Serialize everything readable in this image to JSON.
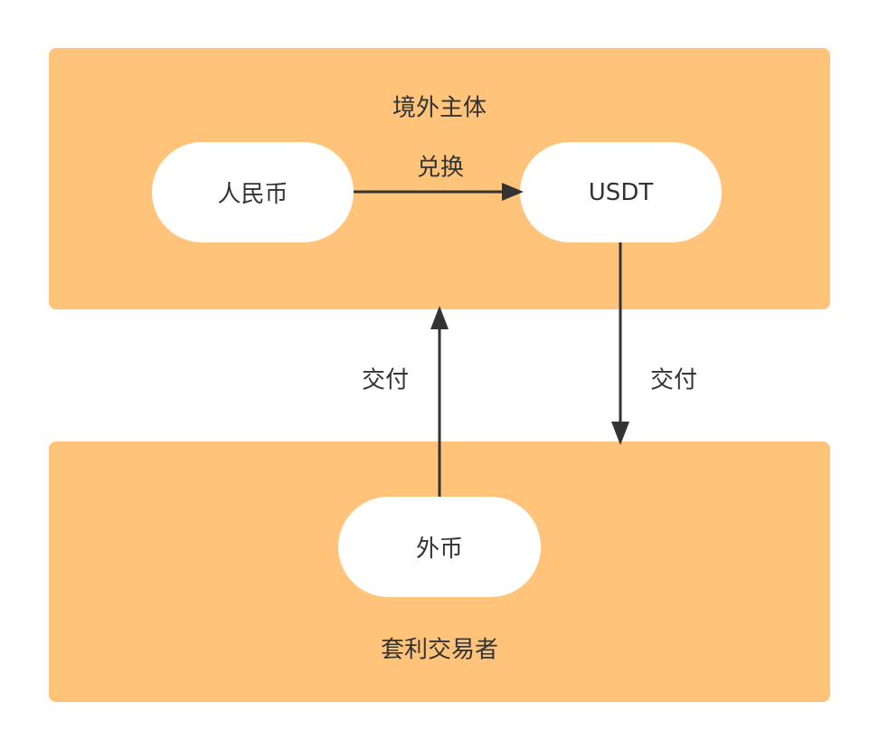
{
  "colors": {
    "panel": "#FFC37A",
    "node": "#ffffff",
    "text": "#333333",
    "arrow": "#333333"
  },
  "panels": {
    "top_label": "境外主体",
    "bottom_label": "套利交易者"
  },
  "nodes": {
    "rmb": "人民币",
    "usdt": "USDT",
    "fx": "外币"
  },
  "edges": {
    "exchange": "兑换",
    "deliver_left": "交付",
    "deliver_right": "交付"
  }
}
